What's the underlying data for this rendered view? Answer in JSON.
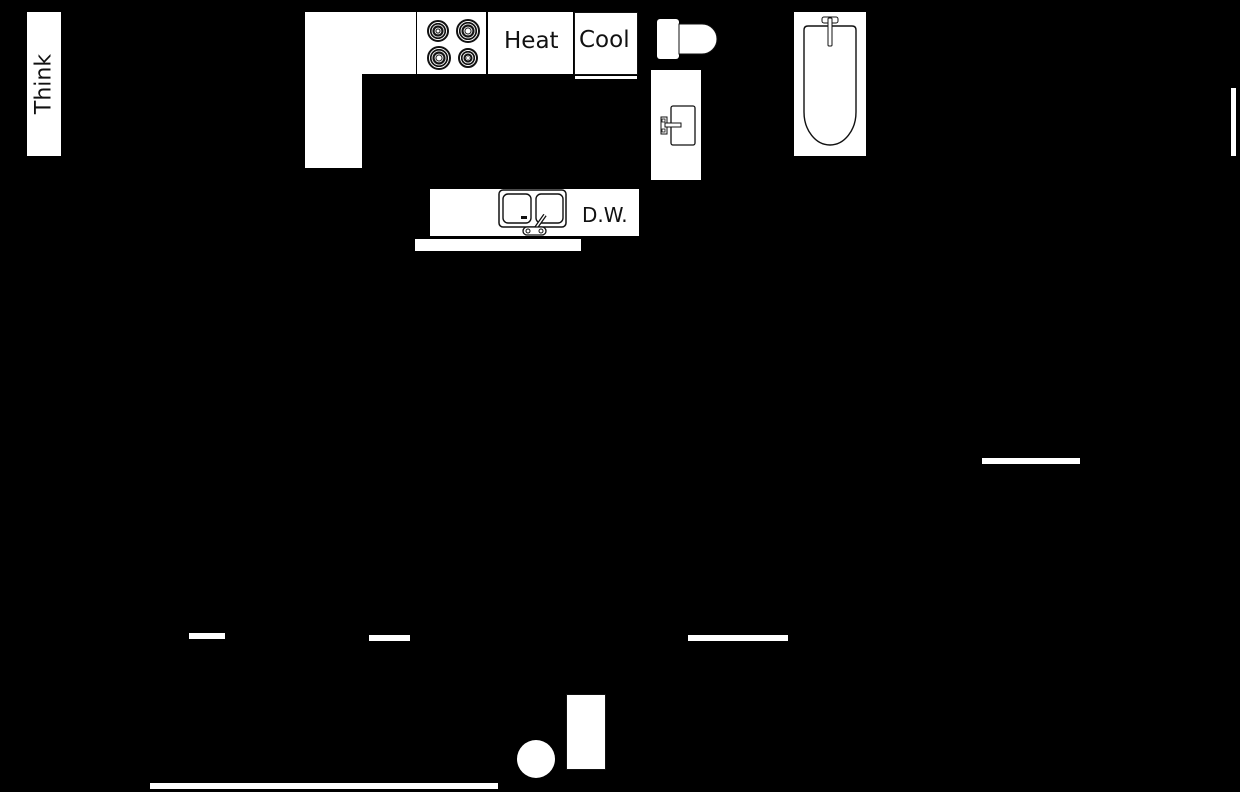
{
  "plan": {
    "background": "#000000",
    "fixture_color": "#ffffff",
    "line_color": "#111111"
  },
  "labels": {
    "think": "Think",
    "heat": "Heat",
    "cool": "Cool",
    "dishwasher": "D.W."
  },
  "fixtures": [
    {
      "name": "think-panel",
      "label": "Think"
    },
    {
      "name": "l-counter"
    },
    {
      "name": "cooktop",
      "burners": 4
    },
    {
      "name": "heat-counter",
      "label": "Heat"
    },
    {
      "name": "cool-appliance",
      "label": "Cool"
    },
    {
      "name": "toilet"
    },
    {
      "name": "vanity-sink"
    },
    {
      "name": "bathtub"
    },
    {
      "name": "kitchen-sink-counter",
      "label": "D.W."
    },
    {
      "name": "round-table"
    },
    {
      "name": "cabinet"
    }
  ]
}
